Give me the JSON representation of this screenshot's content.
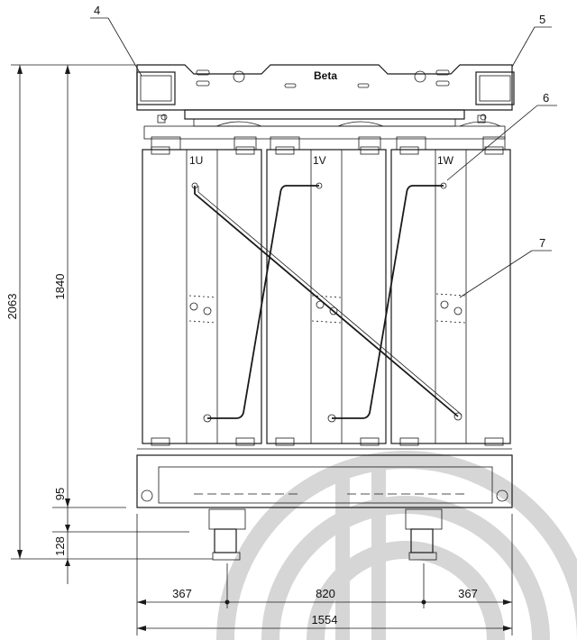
{
  "brand": "Beta",
  "phases": [
    "1U",
    "1V",
    "1W"
  ],
  "callouts": [
    "4",
    "5",
    "6",
    "7"
  ],
  "dimensions": {
    "overall_height": "2063",
    "coil_height": "1840",
    "base_height": "95",
    "wheel_height": "128",
    "wheel_offset_left": "367",
    "wheel_gauge": "820",
    "wheel_offset_right": "367",
    "overall_width": "1554"
  },
  "colors": {
    "line": "#1a1a1a",
    "watermark": "#d6d6d6",
    "background": "#ffffff"
  }
}
